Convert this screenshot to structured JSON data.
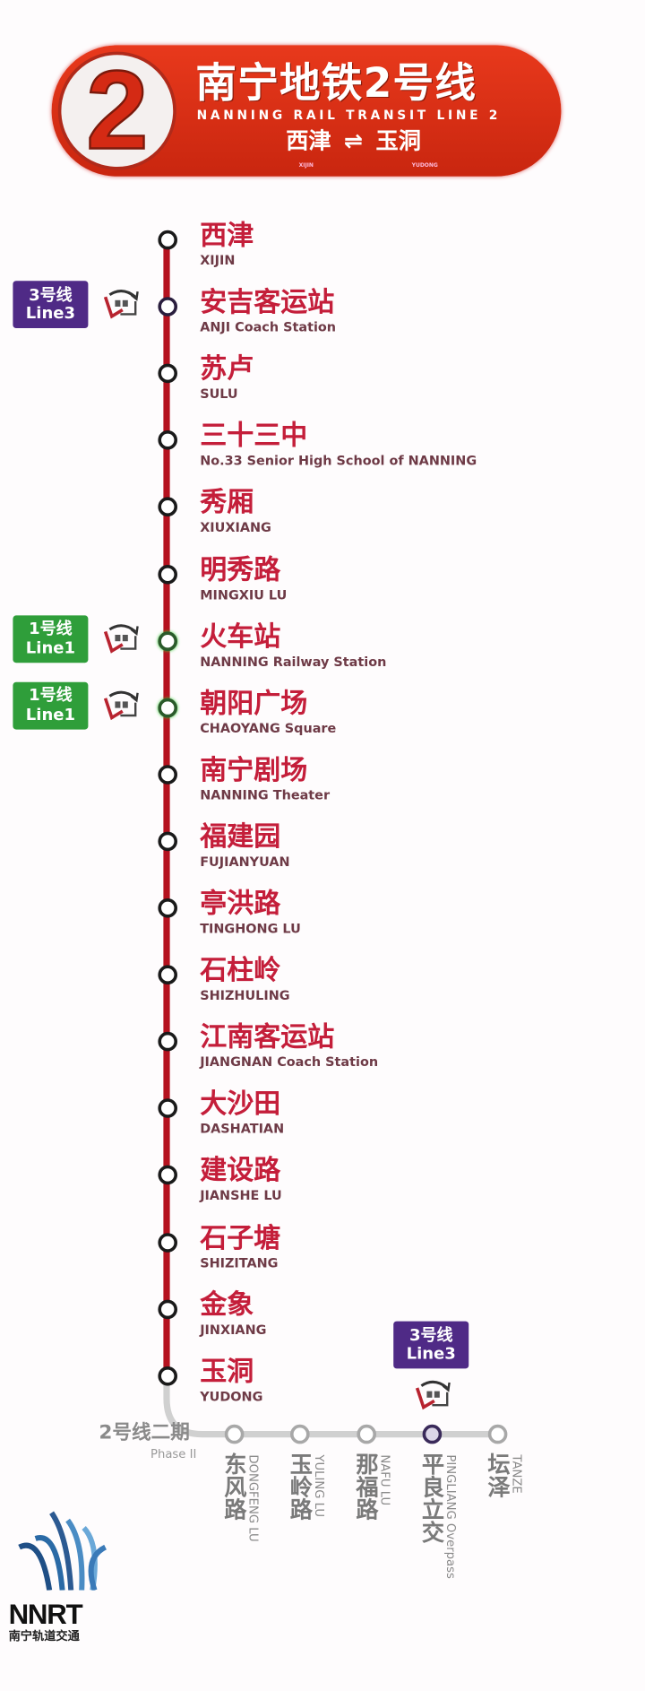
{
  "header": {
    "line_number": "2",
    "title": "南宁地铁2号线",
    "subtitle": "NANNING RAIL TRANSIT LINE 2",
    "from": "西津",
    "arrow": "⇌",
    "to": "玉洞",
    "from_en": "XIJIN",
    "to_en": "YUDONG"
  },
  "colors": {
    "line2": "#b5121f",
    "line1": "#2f9e3a",
    "line3": "#4f2a86",
    "phase2": "#d0d0d0"
  },
  "stations": [
    {
      "cn": "西津",
      "en": "XIJIN"
    },
    {
      "cn": "安吉客运站",
      "en": "ANJI Coach Station",
      "transfer": {
        "cn": "3号线",
        "en": "Line3",
        "line": "line3"
      }
    },
    {
      "cn": "苏卢",
      "en": "SULU"
    },
    {
      "cn": "三十三中",
      "en": "No.33 Senior High School of NANNING"
    },
    {
      "cn": "秀厢",
      "en": "XIUXIANG"
    },
    {
      "cn": "明秀路",
      "en": "MINGXIU LU"
    },
    {
      "cn": "火车站",
      "en": "NANNING Railway Station",
      "transfer": {
        "cn": "1号线",
        "en": "Line1",
        "line": "line1"
      }
    },
    {
      "cn": "朝阳广场",
      "en": "CHAOYANG Square",
      "transfer": {
        "cn": "1号线",
        "en": "Line1",
        "line": "line1"
      }
    },
    {
      "cn": "南宁剧场",
      "en": "NANNING Theater"
    },
    {
      "cn": "福建园",
      "en": "FUJIANYUAN"
    },
    {
      "cn": "亭洪路",
      "en": "TINGHONG LU"
    },
    {
      "cn": "石柱岭",
      "en": "SHIZHULING"
    },
    {
      "cn": "江南客运站",
      "en": "JIANGNAN Coach Station"
    },
    {
      "cn": "大沙田",
      "en": "DASHATIAN"
    },
    {
      "cn": "建设路",
      "en": "JIANSHE LU"
    },
    {
      "cn": "石子塘",
      "en": "SHIZITANG"
    },
    {
      "cn": "金象",
      "en": "JINXIANG"
    },
    {
      "cn": "玉洞",
      "en": "YUDONG"
    }
  ],
  "phase2": {
    "label_cn": "2号线二期",
    "label_en": "Phase II",
    "stations": [
      {
        "cn": "东风路",
        "en": "DONGFENG LU"
      },
      {
        "cn": "玉岭路",
        "en": "YULING LU"
      },
      {
        "cn": "那福路",
        "en": "NAFU LU"
      },
      {
        "cn": "平良立交",
        "en": "PINGLIANG Overpass",
        "transfer": {
          "cn": "3号线",
          "en": "Line3",
          "line": "line3"
        }
      },
      {
        "cn": "坛泽",
        "en": "TANZE"
      }
    ]
  },
  "logo": {
    "text": "NNRT",
    "subtext": "南宁轨道交通"
  }
}
